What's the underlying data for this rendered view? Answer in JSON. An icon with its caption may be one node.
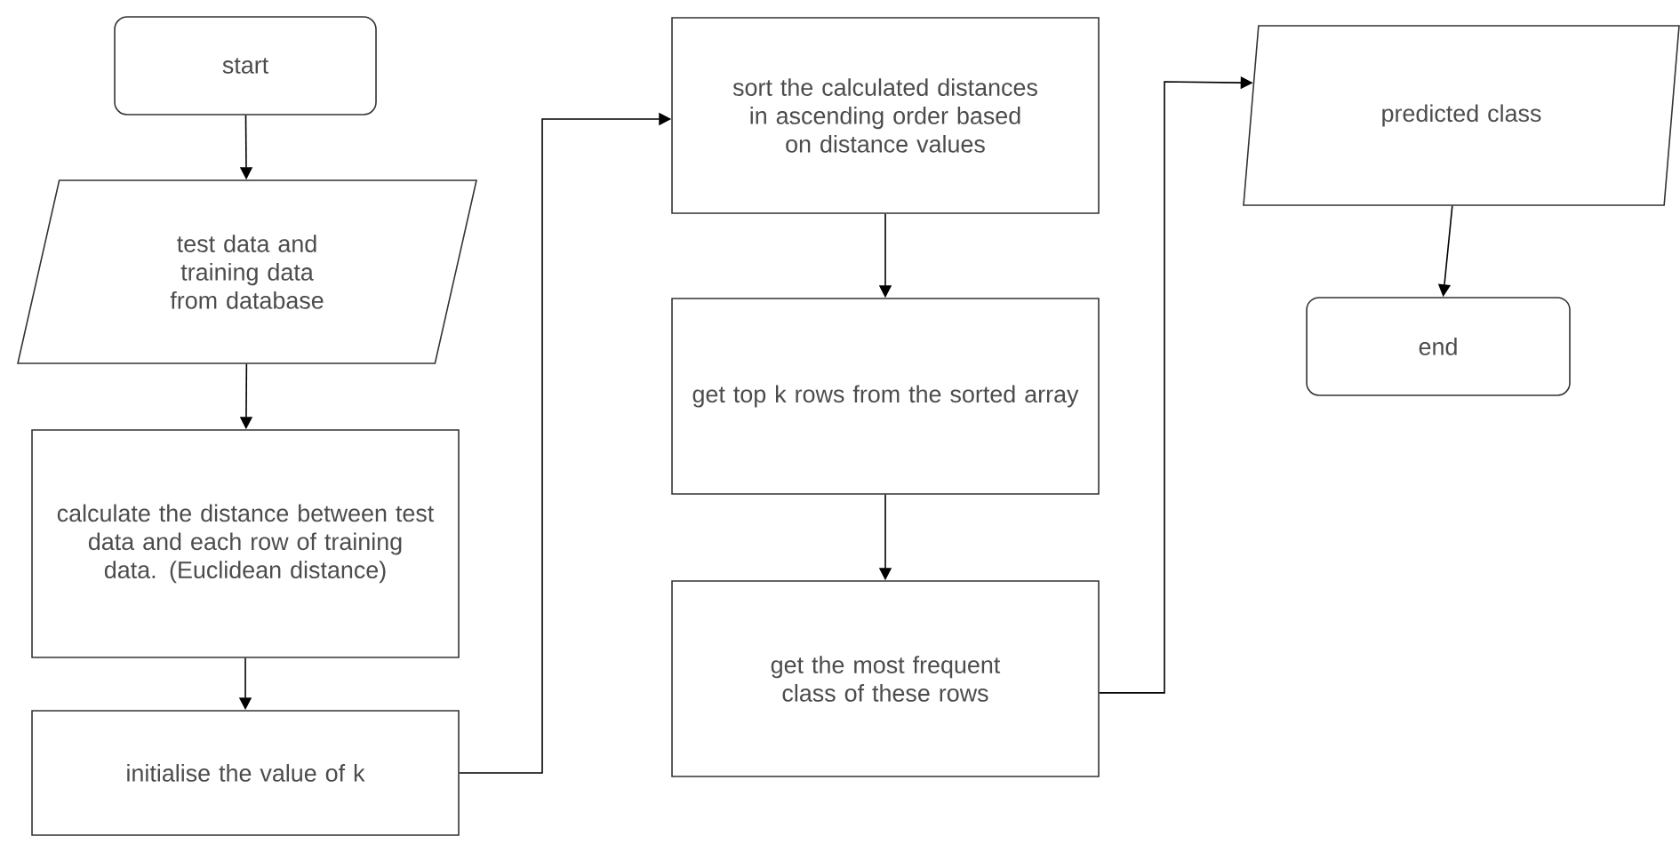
{
  "diagram": {
    "nodes": [
      {
        "text": [
          "start"
        ]
      },
      {
        "text": [
          "test data and training data from database"
        ]
      },
      {
        "text": [
          "calculate the distance between test data and each row of training data. (Euclidean distance)"
        ]
      },
      {
        "text": [
          "initialise the value of k"
        ]
      },
      {
        "text": [
          "sort the calculated distances in ascending order based on distance values"
        ]
      },
      {
        "text": [
          "get top k rows from the sorted array"
        ]
      },
      {
        "text": [
          "get the most frequent class of these rows"
        ]
      },
      {
        "text": [
          "predicted class"
        ]
      },
      {
        "text": [
          "end"
        ]
      }
    ],
    "edges": [
      {
        "from": 0,
        "to": 1,
        "arrow": "to"
      },
      {
        "from": 1,
        "to": 2,
        "arrow": "to"
      },
      {
        "from": 2,
        "to": 3,
        "arrow": "to"
      },
      {
        "from": 3,
        "to": 4,
        "arrow": "to"
      },
      {
        "from": 4,
        "to": 5,
        "arrow": "to"
      },
      {
        "from": 5,
        "to": 6,
        "arrow": "to"
      },
      {
        "from": 6,
        "to": 7,
        "arrow": "to"
      },
      {
        "from": 7,
        "to": 8,
        "arrow": "to"
      }
    ]
  }
}
